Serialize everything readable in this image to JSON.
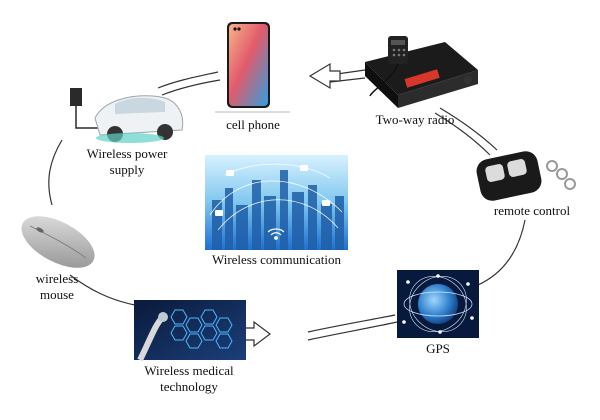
{
  "diagram": {
    "center_label": "Wireless communication",
    "nodes": [
      {
        "id": "cell-phone",
        "label_lines": [
          "cell phone"
        ],
        "icon": "smartphone"
      },
      {
        "id": "two-way-radio",
        "label_lines": [
          "Two-way radio"
        ],
        "icon": "mobile-radio-transceiver"
      },
      {
        "id": "remote-control",
        "label_lines": [
          "remote control"
        ],
        "icon": "key-fob-remote"
      },
      {
        "id": "gps",
        "label_lines": [
          "GPS"
        ],
        "icon": "globe-satellite-network"
      },
      {
        "id": "wireless-medical-technology",
        "label_lines": [
          "Wireless medical",
          "technology"
        ],
        "icon": "medical-network"
      },
      {
        "id": "wireless-mouse",
        "label_lines": [
          "wireless",
          "mouse"
        ],
        "icon": "computer-mouse"
      },
      {
        "id": "wireless-power-supply",
        "label_lines": [
          "Wireless power",
          "supply"
        ],
        "icon": "ev-wireless-charging"
      }
    ],
    "colors": {
      "line": "#333333",
      "arrow_fill": "#ffffff",
      "network_blue": "#1f6fd0",
      "sky_blue": "#7fc7ef"
    }
  }
}
